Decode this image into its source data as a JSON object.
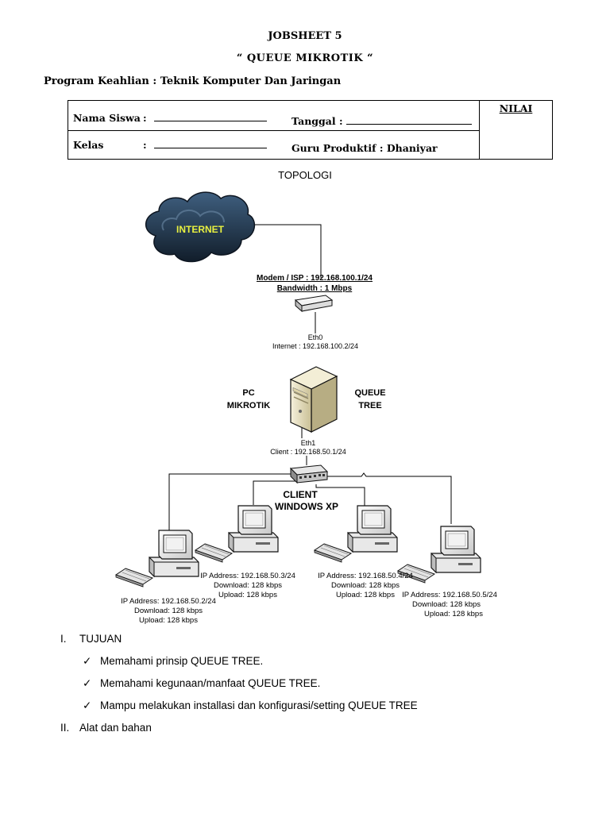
{
  "header": {
    "title": "JOBSHEET 5",
    "subtitle": "“ QUEUE MIKROTIK “",
    "program": "Program Keahlian : Teknik Komputer Dan Jaringan"
  },
  "identity_table": {
    "nama_label": "Nama Siswa",
    "kelas_label": "Kelas",
    "colon": ":",
    "tanggal_label": "Tanggal :",
    "guru_label": "Guru Produktif : Dhaniyar",
    "nilai_label": "NILAI"
  },
  "topology": {
    "heading": "TOPOLOGI",
    "internet": "INTERNET",
    "modem_label": "Modem / ISP : 192.168.100.1/24",
    "bandwidth": "Bandwidth : 1 Mbps",
    "eth0": "Eth0",
    "internet_ip": "Internet : 192.168.100.2/24",
    "pc_label": [
      "PC",
      "MIKROTIK"
    ],
    "queue_label": [
      "QUEUE",
      "TREE"
    ],
    "eth1": "Eth1",
    "client_ip": "Client : 192.168.50.1/24",
    "client_label": [
      "CLIENT",
      "WINDOWS XP"
    ],
    "clients": [
      {
        "ip": "IP Address: 192.168.50.2/24",
        "download": "Download: 128 kbps",
        "upload": "Upload: 128 kbps"
      },
      {
        "ip": "IP Address: 192.168.50.3/24",
        "download": "Download: 128 kbps",
        "upload": "Upload: 128 kbps"
      },
      {
        "ip": "IP Address: 192.168.50.4/24",
        "download": "Download: 128 kbps",
        "upload": "Upload: 128 kbps"
      },
      {
        "ip": "IP Address: 192.168.50.5/24",
        "download": "Download: 128 kbps",
        "upload": "Upload: 128 kbps"
      }
    ]
  },
  "sections": {
    "s1_num": "I.",
    "s1_title": "TUJUAN",
    "goals": [
      "Memahami prinsip QUEUE TREE.",
      "Memahami kegunaan/manfaat QUEUE TREE.",
      "Mampu melakukan installasi dan konfigurasi/setting QUEUE TREE"
    ],
    "s2_num": "II.",
    "s2_title": "Alat dan bahan"
  },
  "colors": {
    "cloud": "#1f3650",
    "internet_text": "#e8f040",
    "server": "#e9e0bf"
  }
}
